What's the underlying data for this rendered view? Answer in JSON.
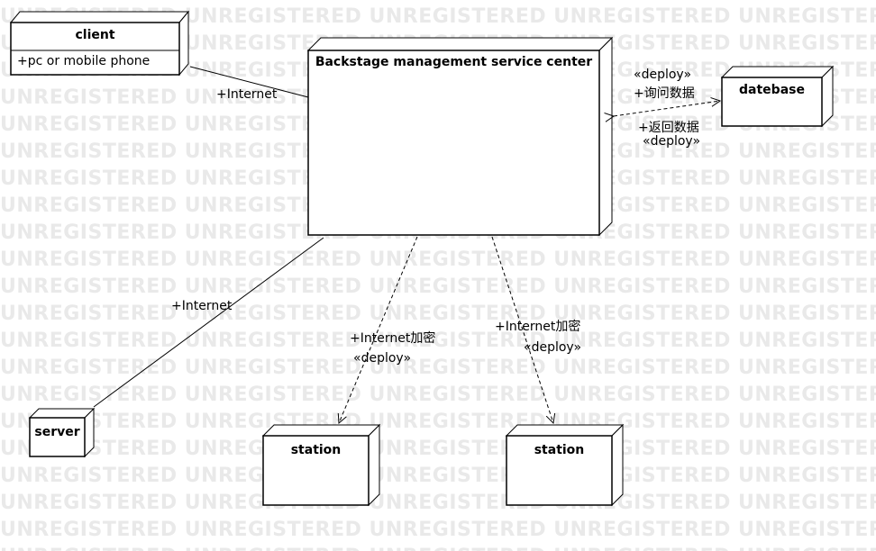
{
  "watermark": {
    "text": "UNREGISTERED UNREGISTERED UNREGISTERED UNREGISTERED UNREGISTERED"
  },
  "nodes": {
    "client": {
      "name": "client",
      "attribute": "+pc  or  mobile phone"
    },
    "center": {
      "name": "Backstage management service center"
    },
    "database": {
      "name": "datebase"
    },
    "server": {
      "name": "server"
    },
    "station1": {
      "name": "station"
    },
    "station2": {
      "name": "station"
    }
  },
  "connections": {
    "client_center": {
      "label": "+Internet"
    },
    "center_database": {
      "stereotype_top": "«deploy»",
      "role_top": "+询问数据",
      "role_bottom": "+返回数据",
      "stereotype_bottom": "«deploy»"
    },
    "center_server": {
      "label": "+Internet"
    },
    "center_station1": {
      "label": "+Internet加密",
      "stereotype": "«deploy»"
    },
    "center_station2": {
      "label": "+Internet加密",
      "stereotype": "«deploy»"
    }
  }
}
